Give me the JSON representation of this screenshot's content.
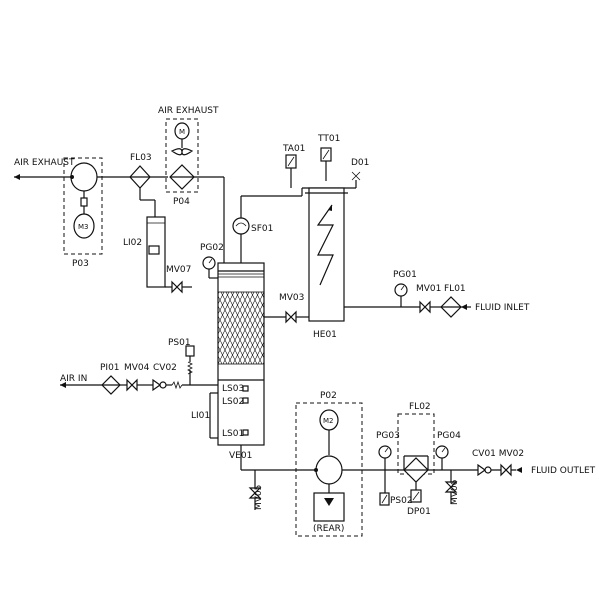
{
  "labels": {
    "air_exhaust_left": "AIR EXHAUST",
    "air_exhaust_top": "AIR EXHAUST",
    "fl03": "FL03",
    "p03": "P03",
    "m3": "M3",
    "p04": "P04",
    "li02": "LI02",
    "mv07": "MV07",
    "pg02": "PG02",
    "sf01": "SF01",
    "ta01": "TA01",
    "tt01": "TT01",
    "d01": "D01",
    "mv03": "MV03",
    "he01": "HE01",
    "pg01": "PG01",
    "mv01": "MV01",
    "fl01": "FL01",
    "fluid_inlet": "FLUID INLET",
    "ps01": "PS01",
    "air_in": "AIR IN",
    "pi01": "PI01",
    "mv04": "MV04",
    "cv02": "CV02",
    "ls03": "LS03",
    "ls02": "LS02",
    "li01": "LI01",
    "ls01": "LS01",
    "ve01": "VE01",
    "mv05": "MV05",
    "p02": "P02",
    "m2": "M2",
    "rear": "(REAR)",
    "fl02": "FL02",
    "pg03": "PG03",
    "pg04": "PG04",
    "ps02": "PS02",
    "dp01": "DP01",
    "mv06": "MV06",
    "cv01_mv02": "CV01 MV02",
    "fluid_outlet": "FLUID OUTLET"
  }
}
